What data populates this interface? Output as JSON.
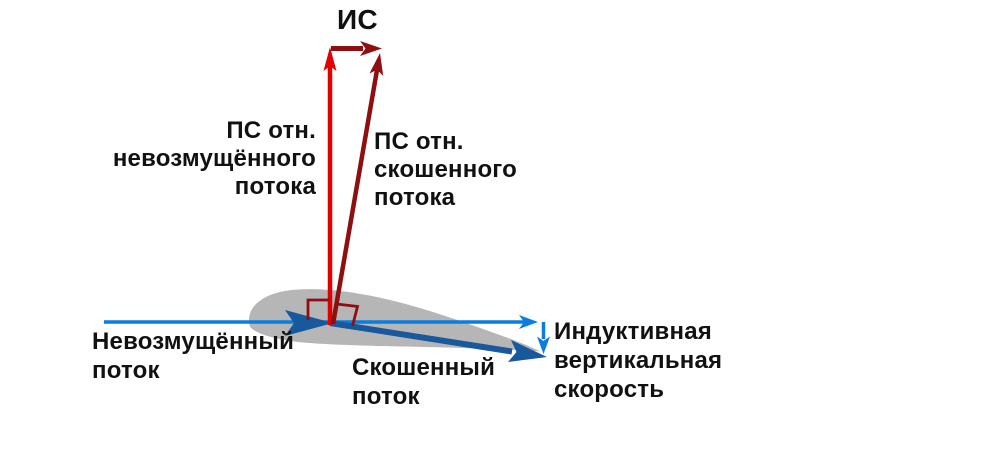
{
  "colors": {
    "bright_red": "#e00000",
    "dark_red": "#8e0f0f",
    "bright_blue": "#0d7ce1",
    "dark_blue": "#18589c",
    "airfoil_gray": "#b6b6b6",
    "text_color": "#111111"
  },
  "labels": {
    "induced_speed_abbr": "ИС",
    "ps_undisturbed": "ПС отн.\nневозмущённого\nпотока",
    "ps_skewed": "ПС отн.\nскошенного\nпотока",
    "undisturbed_flow": "Невозмущённый\nпоток",
    "skewed_flow": "Скошенный\nпоток",
    "induced_vertical_speed": "Индуктивная\nвертикальная\nскорость"
  }
}
